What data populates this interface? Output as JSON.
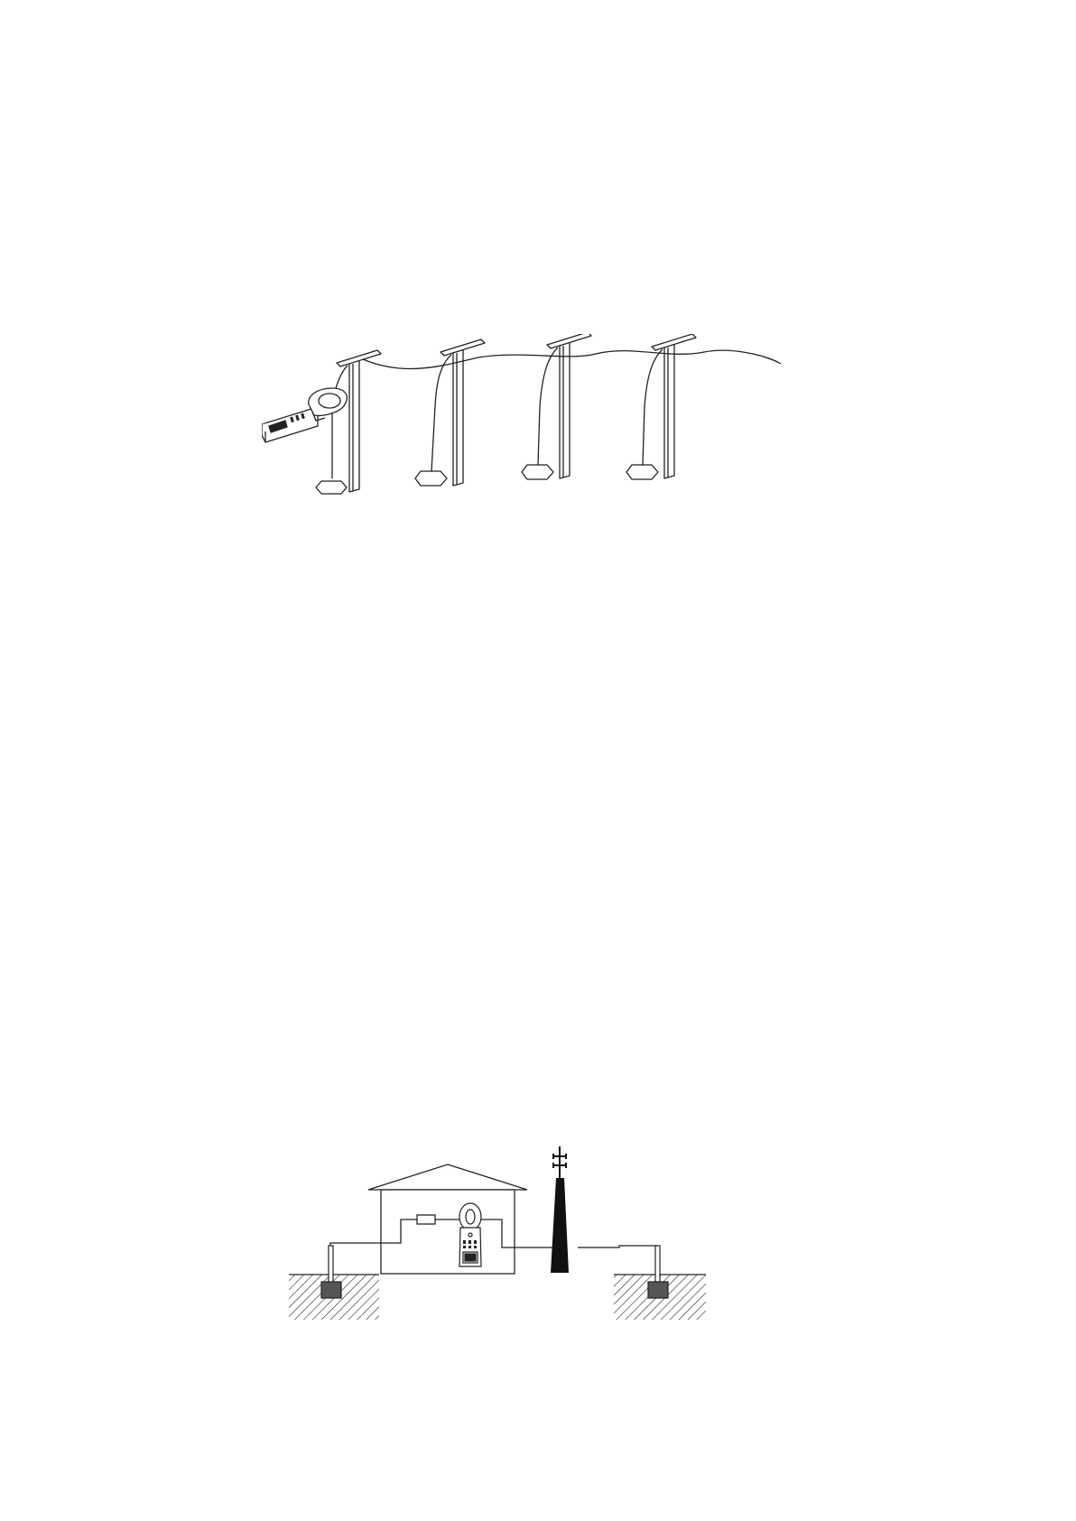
{
  "figures": [
    {
      "id": "poles",
      "subject": "clamp-meter-on-pole-grounding-lead",
      "pole_count": 4,
      "colors": {
        "line": "#222222",
        "fill": "#ffffff"
      }
    },
    {
      "id": "building",
      "subject": "clamp-meter-on-building-grounding-loop-with-tower",
      "colors": {
        "line": "#111111",
        "tower": "#111111",
        "soil_hatch": "#222222",
        "electrode": "#444444"
      }
    }
  ]
}
